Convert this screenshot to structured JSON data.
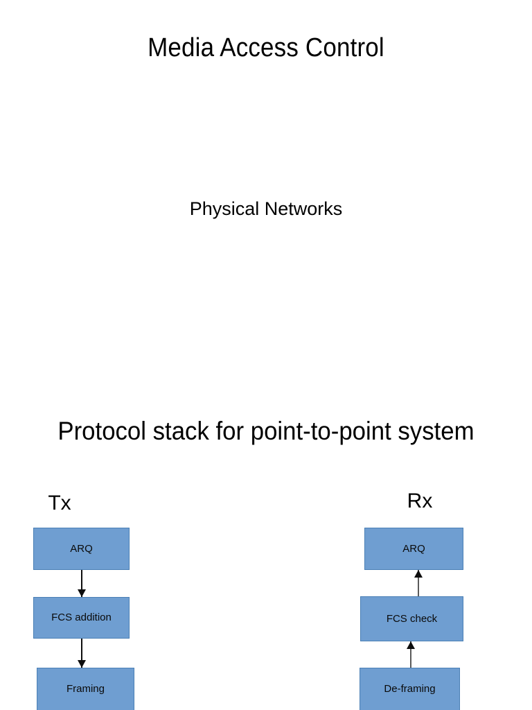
{
  "slide": {
    "title": "Media Access Control",
    "subtitle": "Physical Networks",
    "section_heading": "Protocol stack for point-to-point system"
  },
  "diagram": {
    "type": "flowchart",
    "node_fill": "#6f9ed1",
    "node_border": "#4a7fb5",
    "columns": [
      {
        "label": "Tx",
        "direction": "down",
        "nodes": [
          {
            "label": "ARQ"
          },
          {
            "label": "FCS addition"
          },
          {
            "label": "Framing"
          }
        ]
      },
      {
        "label": "Rx",
        "direction": "up",
        "nodes": [
          {
            "label": "ARQ"
          },
          {
            "label": "FCS check"
          },
          {
            "label": "De-framing"
          }
        ]
      }
    ]
  }
}
